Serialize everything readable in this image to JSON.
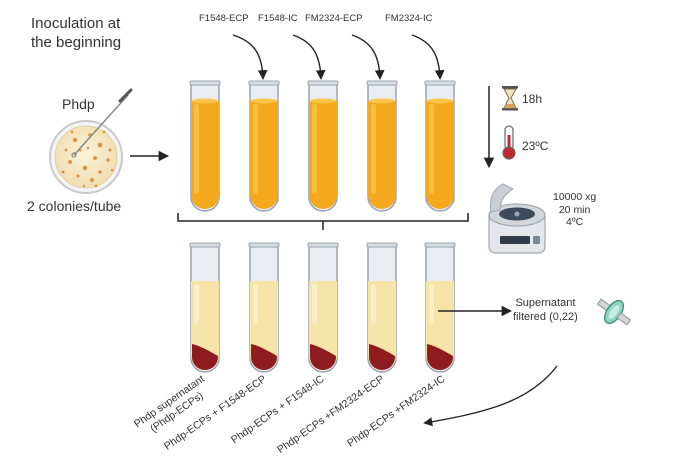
{
  "intro": {
    "line1": "Inoculation at",
    "line2": "the beginning"
  },
  "plate": {
    "label": "Phdp",
    "note": "2 colonies/tube"
  },
  "strains": [
    "F1548-ECP",
    "F1548-IC",
    "FM2324-ECP",
    "FM2324-IC"
  ],
  "incubation": {
    "time": "18h",
    "temperature": "23ºC"
  },
  "centrifugation": {
    "line1": "10000 xg",
    "line2": "20 min",
    "line3": "4ºC"
  },
  "filtration": {
    "line1": "Supernatant",
    "line2": "filtered (0,22)"
  },
  "samples": [
    {
      "line1": "Phdp supernatant",
      "line2": "(Phdp-ECPs)"
    },
    {
      "line1": "Phdp-ECPs + F1548-ECP",
      "line2": ""
    },
    {
      "line1": "Phdp-ECPs + F1548-IC",
      "line2": ""
    },
    {
      "line1": "Phdp-ECPs +FM2324-ECP",
      "line2": ""
    },
    {
      "line1": "Phdp-ECPs +FM2324-IC",
      "line2": ""
    }
  ],
  "colors": {
    "culture": "#f4a81d",
    "culture_light": "#fac34a",
    "supernatant": "#f6e3a8",
    "pellet": "#8e1b1f",
    "glass": "#e9edf2",
    "outline": "#9aa3ad",
    "arrow": "#222222"
  }
}
